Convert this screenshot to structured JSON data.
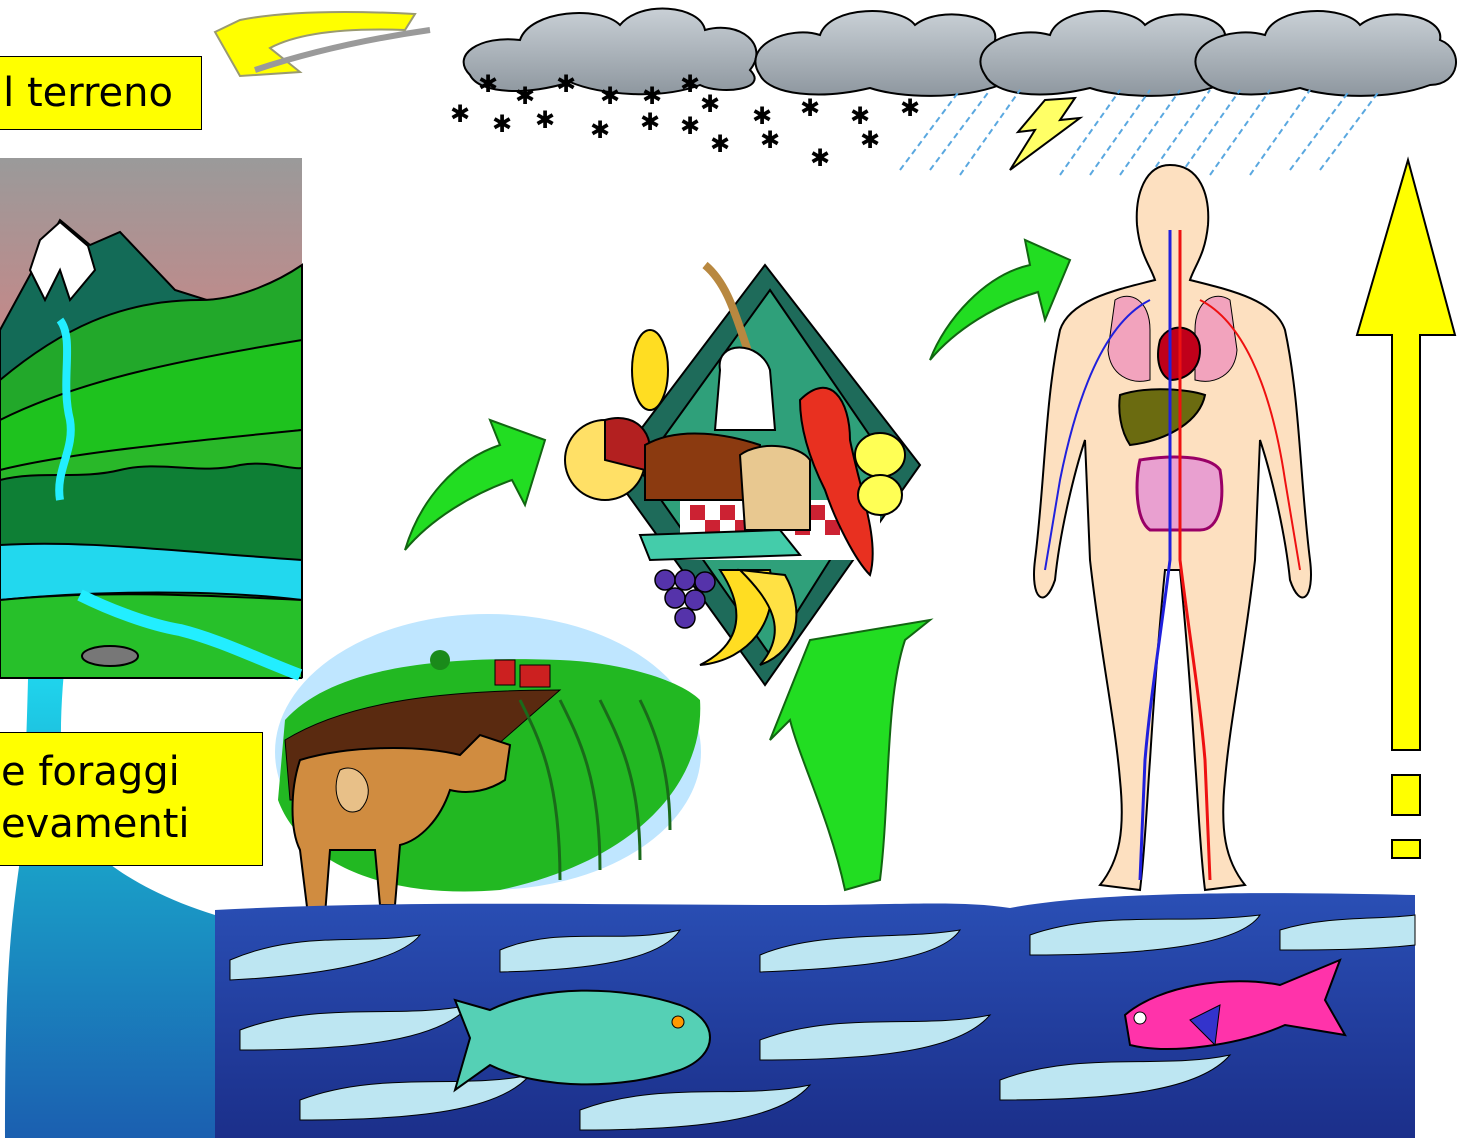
{
  "labels": {
    "terreno": "l terreno",
    "foraggi_line1": "e foraggi",
    "foraggi_line2": "evamenti"
  },
  "colors": {
    "label_fill": "#ffff00",
    "arrow_green": "#22dd22",
    "arrow_yellow": "#ffff00",
    "water_blue": "#1e3fa6",
    "stream_cyan": "#22d8ee",
    "cloud_gray": "#9aa3ab"
  },
  "icons": [
    "yellow-curved-arrow-icon",
    "cloud-icon",
    "snowflake-icon",
    "lightning-icon",
    "rain-icon",
    "mountain-landscape-icon",
    "food-platter-icon",
    "human-body-icon",
    "farm-field-icon",
    "cow-icon",
    "ocean-icon",
    "fish-icon",
    "green-arrow-icon"
  ]
}
